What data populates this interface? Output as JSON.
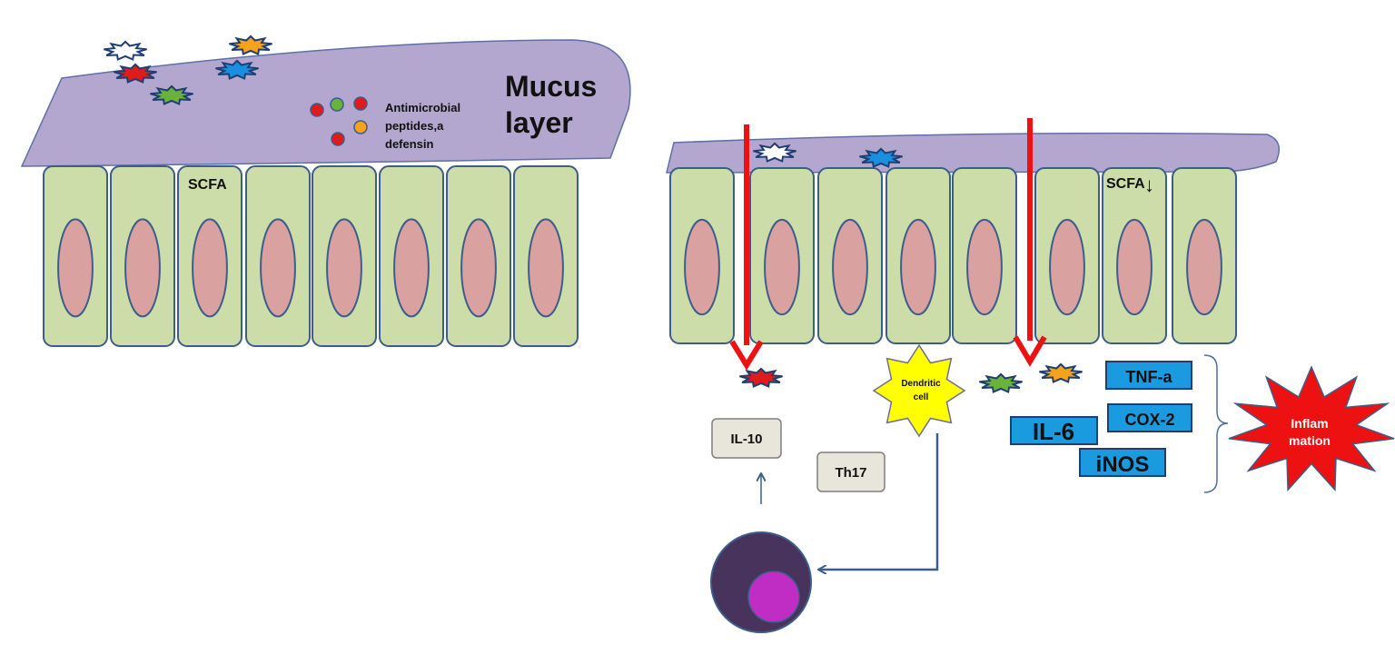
{
  "healthy": {
    "mucus_label_line1": "Mucus",
    "mucus_label_line2": "layer",
    "amp_label_line1": "Antimicrobial",
    "amp_label_line2": "peptides,a",
    "amp_label_line3": "defensin",
    "scfa_label": "SCFA"
  },
  "diseased": {
    "scfa_label": "SCFA",
    "scfa_trend_symbol": "↓",
    "dendritic_label_line1": "Dendritic",
    "dendritic_label_line2": "cell",
    "il10_label": "IL-10",
    "th17_label": "Th17",
    "tnf_label": "TNF-a",
    "cox2_label": "COX-2",
    "il6_label": "IL-6",
    "inos_label": "iNOS",
    "inflammation_line1": "Inflam",
    "inflammation_line2": "mation"
  },
  "colors": {
    "mucus": "#b3a7d0",
    "cell_fill": "#ccdda9",
    "nucleus": "#d9a1a0",
    "outline": "#3d5d8a",
    "arrow_red": "#ee1111",
    "cytokine_box": "#1a9be0",
    "dendritic": "#ffff00",
    "inflammation_star": "#ee1111",
    "lymphocyte": "#47335c",
    "lymph_nucleus": "#c02dc4",
    "microbe_white": "#ffffff",
    "microbe_red": "#e11a1a",
    "microbe_orange": "#f5a31a",
    "microbe_blue": "#1a8fe0",
    "microbe_green": "#6ab33b"
  }
}
